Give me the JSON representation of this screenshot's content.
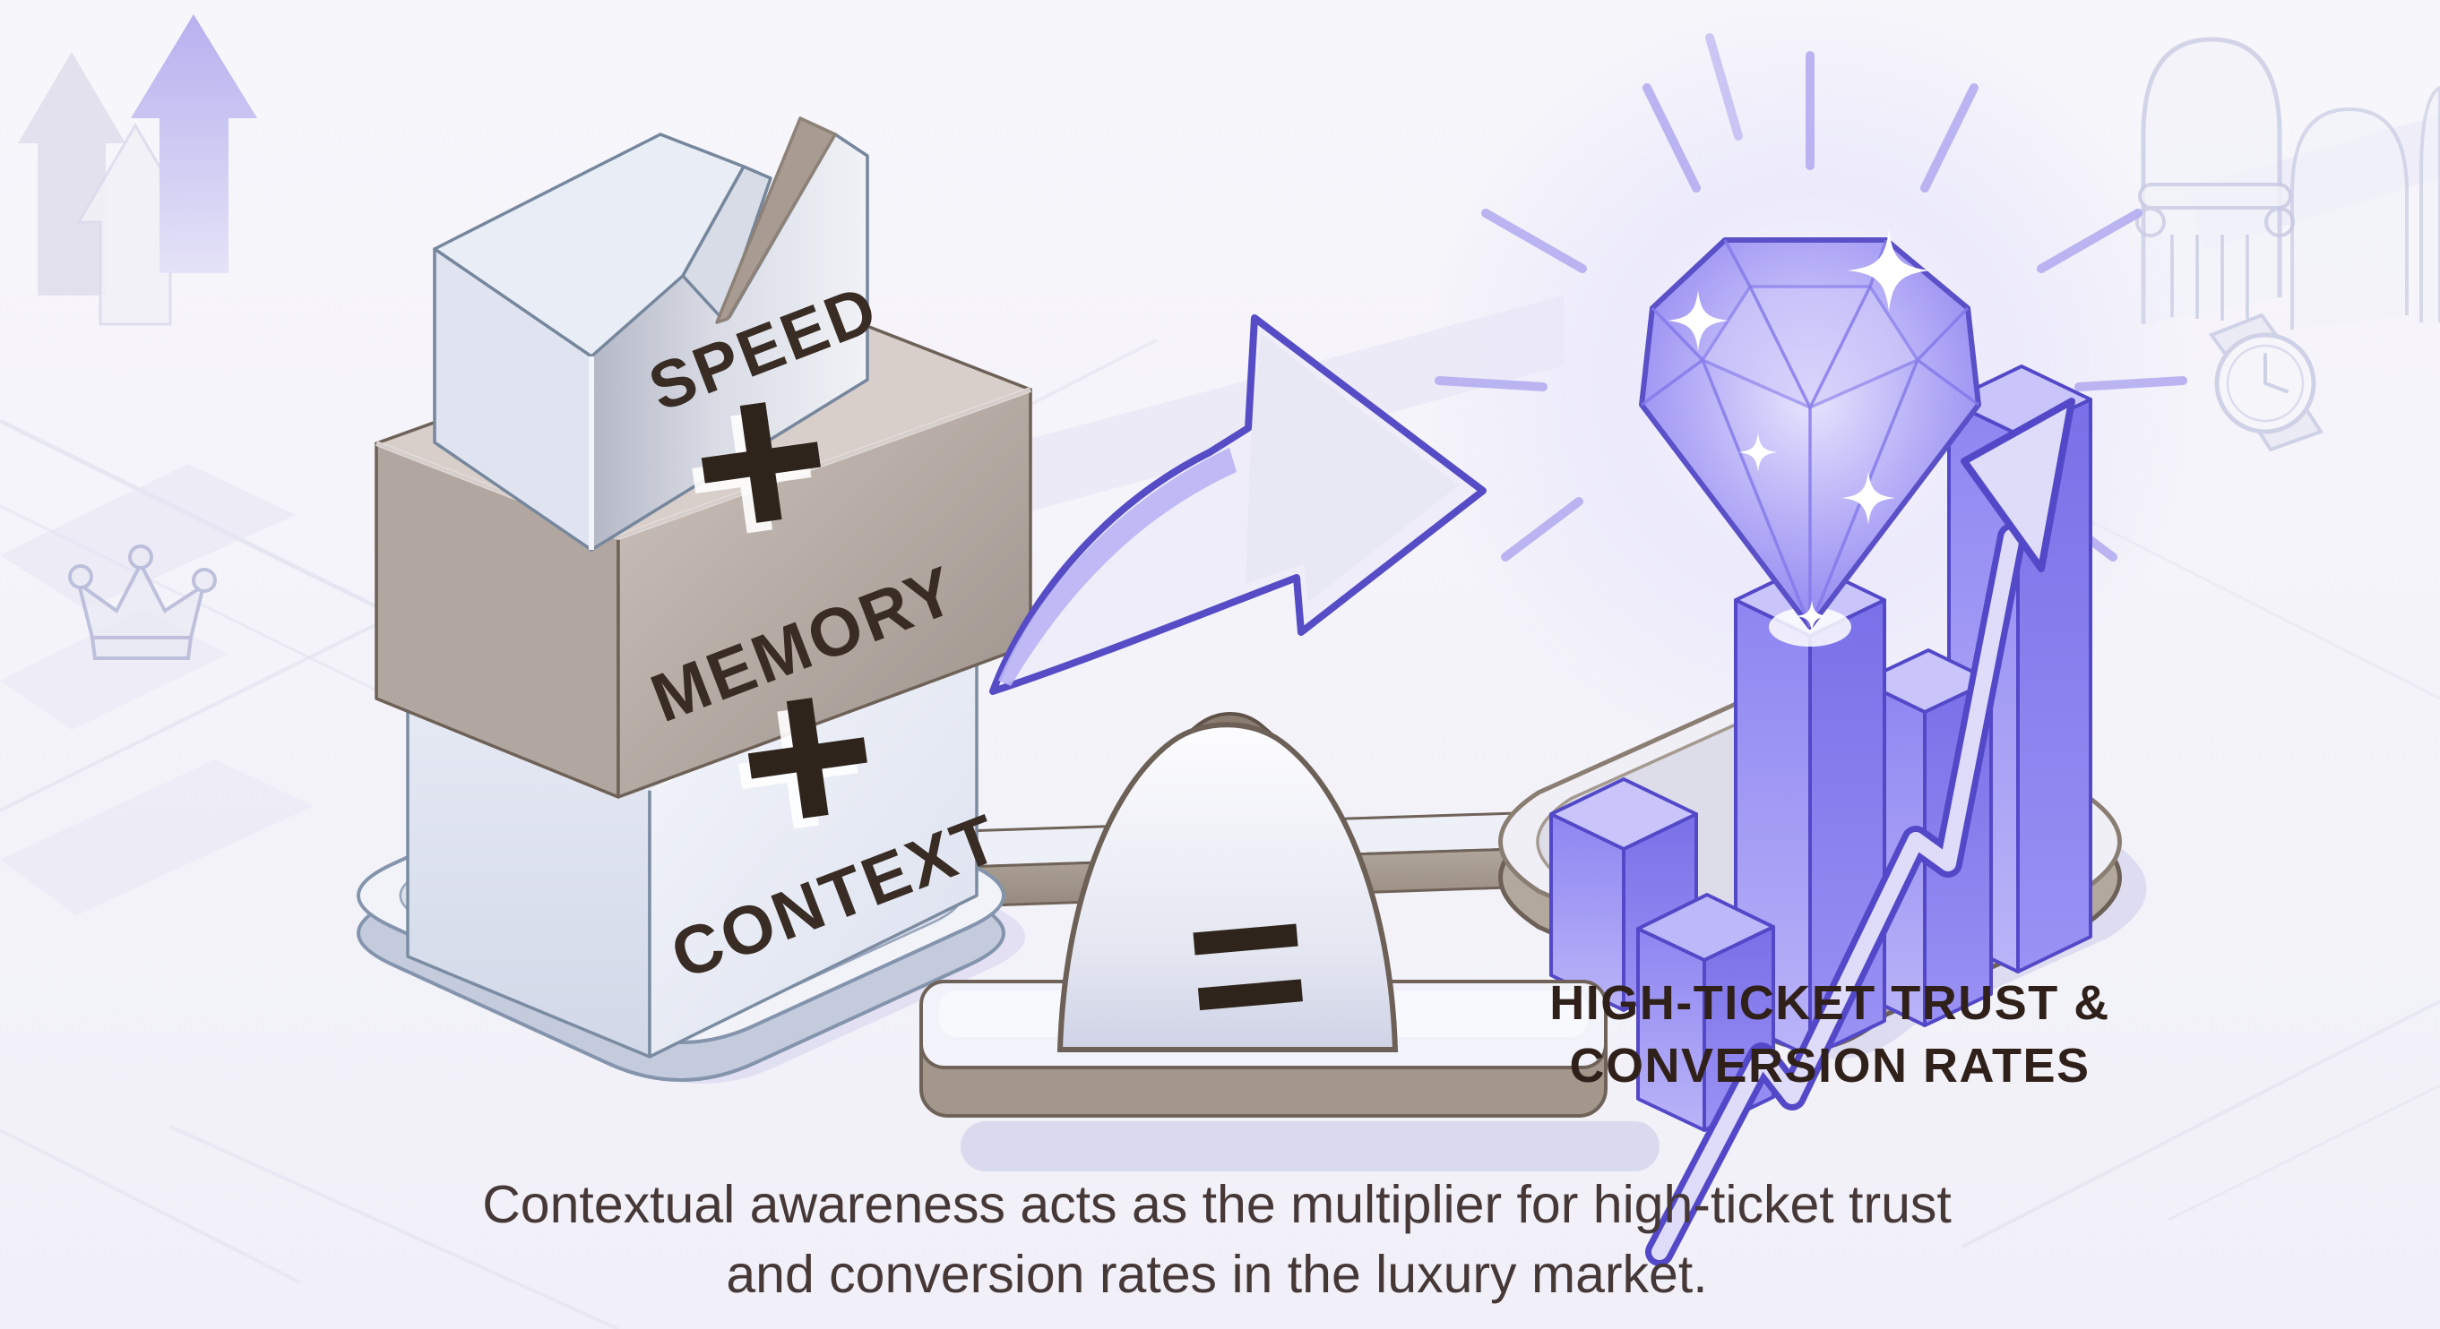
{
  "formula": {
    "blocks": [
      {
        "label": "SPEED"
      },
      {
        "label": "MEMORY"
      },
      {
        "label": "CONTEXT"
      }
    ],
    "plus": "+",
    "equals": "=",
    "result": {
      "line1": "HIGH-TICKET TRUST &",
      "line2": "CONVERSION RATES"
    }
  },
  "caption": {
    "line1": "Contextual awareness acts as the multiplier for high-ticket trust",
    "line2": "and conversion rates in the luxury market."
  },
  "decorations": {
    "left_background": [
      "growth-arrows-icon",
      "street-map-lines",
      "crown-icon"
    ],
    "right_background": [
      "arch-icon",
      "pillar-icon",
      "watch-icon"
    ],
    "center": [
      "curved-arrow-icon",
      "balance-scale-icon"
    ],
    "right_foreground": [
      "diamond-icon",
      "bar-chart-icon",
      "growth-arrow-icon",
      "sparkle-icon",
      "rays-icon"
    ]
  },
  "colors": {
    "background": "#f4f3f9",
    "accent_purple": "#5a50c8",
    "bar_purple": "#8d84f0",
    "lavender": "#b7b1f0",
    "taupe": "#a2968b",
    "silver": "#c9cdd9",
    "dark_text": "#30201a",
    "caption_text": "#463837",
    "platform_outline": "#8494ac"
  }
}
